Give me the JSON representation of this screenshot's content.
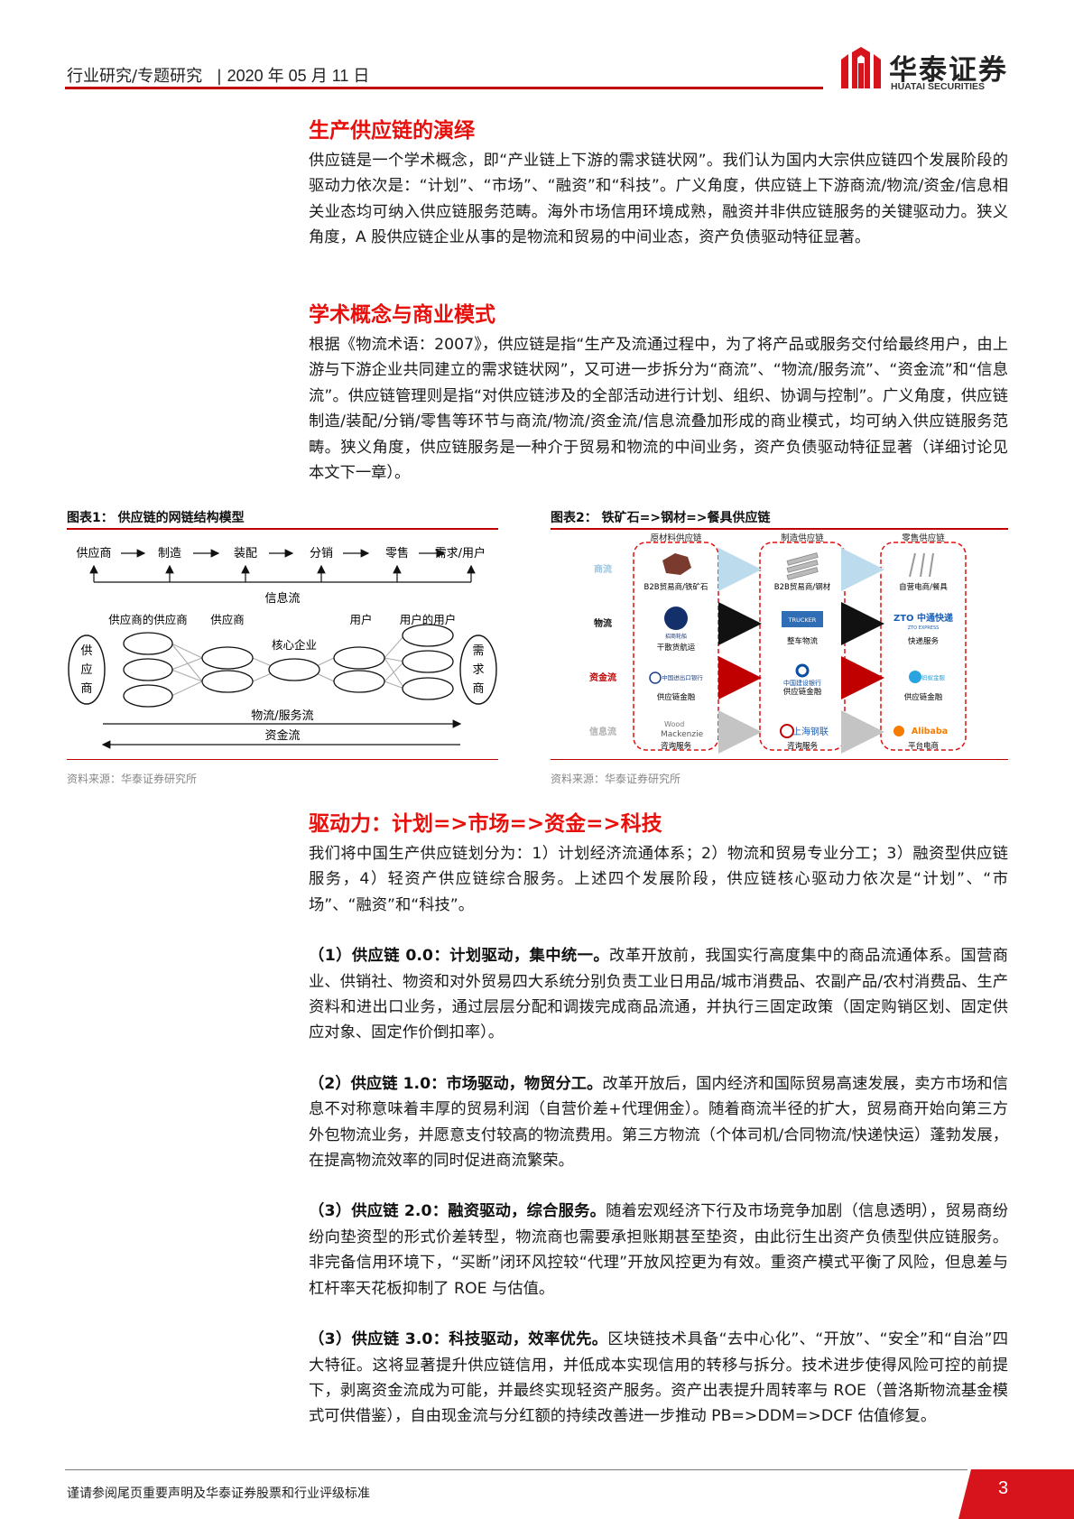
{
  "header": {
    "category": "行业研究/专题研究",
    "separator": "|",
    "date": "2020 年 05 月 11 日"
  },
  "logo": {
    "cn": "华泰证券",
    "en": "HUATAI SECURITIES"
  },
  "sections": [
    {
      "heading": "生产供应链的演绎",
      "paragraph": "供应链是一个学术概念，即“产业链上下游的需求链状网”。我们认为国内大宗供应链四个发展阶段的驱动力依次是：“计划”、“市场”、“融资”和“科技”。广义角度，供应链上下游商流/物流/资金/信息相关业态均可纳入供应链服务范畴。海外市场信用环境成熟，融资并非供应链服务的关键驱动力。狭义角度，A 股供应链企业从事的是物流和贸易的中间业态，资产负债驱动特征显著。"
    },
    {
      "heading": "学术概念与商业模式",
      "paragraph": "根据《物流术语：2007》，供应链是指“生产及流通过程中，为了将产品或服务交付给最终用户，由上游与下游企业共同建立的需求链状网”，又可进一步拆分为“商流”、“物流/服务流”、“资金流”和“信息流”。供应链管理则是指“对供应链涉及的全部活动进行计划、组织、协调与控制”。广义角度，供应链制造/装配/分销/零售等环节与商流/物流/资金流/信息流叠加形成的商业模式，均可纳入供应链服务范畴。狭义角度，供应链服务是一种介于贸易和物流的中间业务，资产负债驱动特征显著（详细讨论见本文下一章）。"
    },
    {
      "heading": "驱动力：计划=>市场=>资金=>科技",
      "paragraph": "我们将中国生产供应链划分为：1）计划经济流通体系；2）物流和贸易专业分工；3）融资型供应链服务，4）轻资产供应链综合服务。上述四个发展阶段，供应链核心驱动力依次是“计划”、“市场”、“融资”和“科技”。"
    }
  ],
  "stages": [
    {
      "lead": "（1）供应链 0.0：计划驱动，集中统一。",
      "text": "改革开放前，我国实行高度集中的商品流通体系。国营商业、供销社、物资和对外贸易四大系统分别负责工业日用品/城市消费品、农副产品/农村消费品、生产资料和进出口业务，通过层层分配和调拨完成商品流通，并执行三固定政策（固定购销区划、固定供应对象、固定作价倒扣率）。"
    },
    {
      "lead": "（2）供应链 1.0：市场驱动，物贸分工。",
      "text": "改革开放后，国内经济和国际贸易高速发展，卖方市场和信息不对称意味着丰厚的贸易利润（自营价差+代理佣金）。随着商流半径的扩大，贸易商开始向第三方外包物流业务，并愿意支付较高的物流费用。第三方物流（个体司机/合同物流/快递快运）蓬勃发展，在提高物流效率的同时促进商流繁荣。"
    },
    {
      "lead": "（3）供应链 2.0：融资驱动，综合服务。",
      "text": "随着宏观经济下行及市场竞争加剧（信息透明），贸易商纷纷向垫资型的形式价差转型，物流商也需要承担账期甚至垫资，由此衍生出资产负债型供应链服务。非完备信用环境下，“买断”闭环风控较“代理”开放风控更为有效。重资产模式平衡了风险，但息差与杠杆率天花板抑制了 ROE 与估值。"
    },
    {
      "lead": "（3）供应链 3.0：科技驱动，效率优先。",
      "text": "区块链技术具备“去中心化”、“开放”、“安全”和“自治”四大特征。这将显著提升供应链信用，并低成本实现信用的转移与拆分。技术进步使得风险可控的前提下，剥离资金流成为可能，并最终实现轻资产服务。资产出表提升周转率与 ROE（普洛斯物流基金模式可供借鉴），自由现金流与分红额的持续改善进一步推动 PB=>DDM=>DCF 估值修复。"
    }
  ],
  "figure1": {
    "title": "图表1：  供应链的网链结构模型",
    "chain": [
      "供应商",
      "制造",
      "装配",
      "分销",
      "零售",
      "需求/用户"
    ],
    "info_flow": "信息流",
    "labels": {
      "supplier_of_supplier": "供应商的供应商",
      "supplier": "供应商",
      "core": "核心企业",
      "user": "用户",
      "user_of_user": "用户的用户",
      "left_oval": [
        "供",
        "应",
        "商"
      ],
      "right_oval": [
        "需",
        "求",
        "商"
      ]
    },
    "logistics_flow": "物流/服务流",
    "capital_flow": "资金流",
    "source": "资料来源：华泰证券研究所"
  },
  "figure2": {
    "title": "图表2：  铁矿石=>钢材=>餐具供应链",
    "columns": [
      "原材料供应链",
      "制造供应链",
      "零售供应链"
    ],
    "rows": [
      {
        "label": "商流",
        "color": "#9ec6e0",
        "cells": [
          "B2B贸易商/铁矿石",
          "B2B贸易商/钢材",
          "自营电商/餐具"
        ]
      },
      {
        "label": "物流",
        "color": "#111111",
        "cells": [
          "干散货航运",
          "整车物流",
          "快递服务"
        ]
      },
      {
        "label": "资金流",
        "color": "#c00000",
        "cells": [
          "供应链金融",
          "供应链金融",
          "供应链金融"
        ]
      },
      {
        "label": "信息流",
        "color": "#b0b0b0",
        "cells": [
          "咨询服务",
          "咨询服务",
          "平台电商"
        ]
      }
    ],
    "logos": {
      "bank1": "中国进出口银行",
      "bank2": "中国建设银行",
      "truck": "TRUCKER",
      "zto": "ZTO 中通快递",
      "zto_en": "ZTO EXPRESS",
      "wood": "Wood",
      "mackenzie": "Mackenzie",
      "steel": "上海钢联",
      "alibaba": "Alibaba",
      "ant": "蚂蚁金服",
      "shipping": "招商轮船"
    },
    "source": "资料来源：华泰证券研究所"
  },
  "footer": {
    "disclaimer": "谨请参阅尾页重要声明及华泰证券股票和行业评级标准",
    "page": "3"
  }
}
